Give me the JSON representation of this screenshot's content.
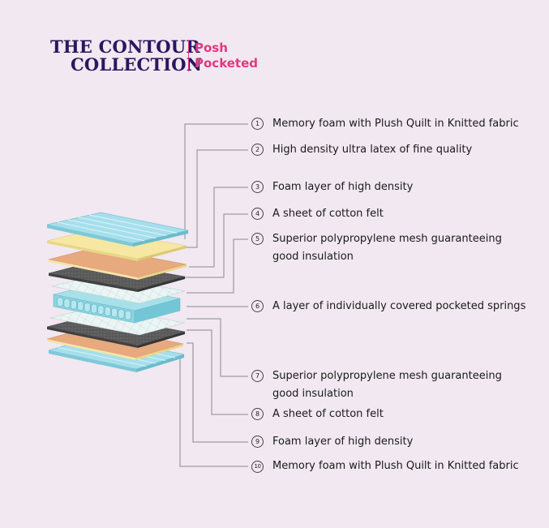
{
  "brand": {
    "title_line1": "THE CONTOUR",
    "title_line2": "COLLECTION",
    "subtitle_line1": "Posh",
    "subtitle_line2": "Pocketed",
    "title_color": "#2b1660",
    "accent_color": "#e0397f"
  },
  "layers": [
    {
      "number": "1",
      "text": "Memory foam with Plush Quilt in Knitted fabric",
      "color": "#9fdcea"
    },
    {
      "number": "2",
      "text": "High density ultra latex of fine quality",
      "color": "#f6e8a3"
    },
    {
      "number": "3",
      "text": "Foam layer of high density",
      "color": "#e8aa7e"
    },
    {
      "number": "4",
      "text": "A sheet of cotton felt",
      "color": "#5f5f5f"
    },
    {
      "number": "5",
      "text": "Superior polypropylene mesh guaranteeing",
      "text2": "good insulation",
      "color": "#e8f4f3"
    },
    {
      "number": "6",
      "text": "A layer of individually covered pocketed springs",
      "color": "#8fd6e3"
    },
    {
      "number": "7",
      "text": "Superior polypropylene mesh guaranteeing",
      "text2": "good insulation",
      "color": "#e8f4f3"
    },
    {
      "number": "8",
      "text": "A sheet of cotton felt",
      "color": "#5f5f5f"
    },
    {
      "number": "9",
      "text": "Foam layer of high density",
      "color": "#e8aa7e"
    },
    {
      "number": "10",
      "text": "Memory foam with Plush Quilt in Knitted fabric",
      "color": "#9fdcea"
    }
  ]
}
